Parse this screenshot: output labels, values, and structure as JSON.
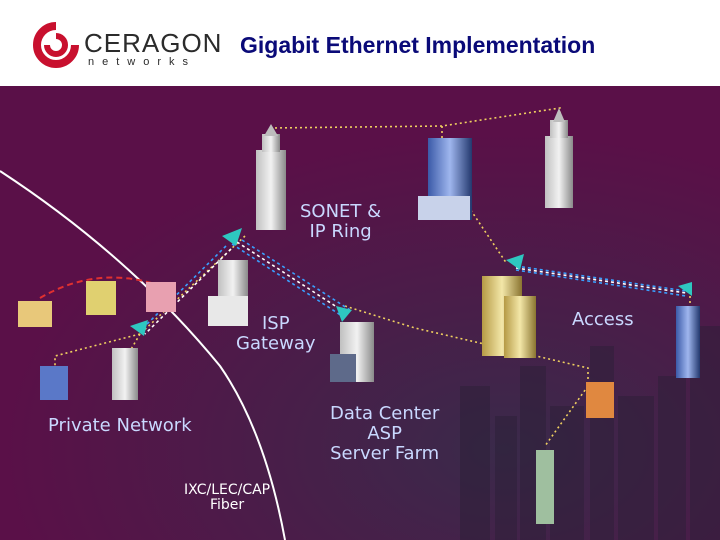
{
  "header": {
    "logo_name": "CERAGON",
    "logo_sub": "networks",
    "title": "Gigabit Ethernet Implementation"
  },
  "labels": {
    "sonet_line1": "SONET &",
    "sonet_line2": "IP Ring",
    "isp_line1": "ISP",
    "isp_line2": "Gateway",
    "access": "Access",
    "private_network": "Private Network",
    "dc_line1": "Data Center",
    "dc_line2": "ASP",
    "dc_line3": "Server Farm",
    "fiber_line1": "IXC/LEC/CAP",
    "fiber_line2": "Fiber"
  },
  "colors": {
    "background": "#5a1048",
    "title": "#0a0a78",
    "ring_link": "#f0d060",
    "wireless_link": "#3aa0ff",
    "private_link": "#e03030",
    "logo_red": "#c8102e"
  }
}
